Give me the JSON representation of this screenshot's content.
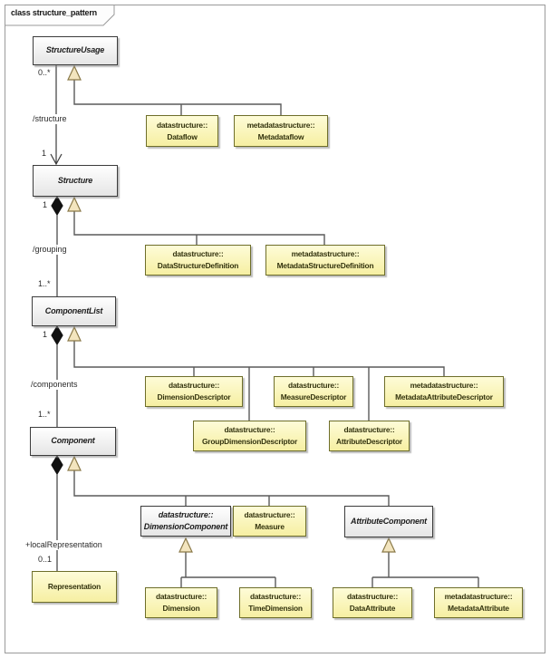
{
  "frame": {
    "title": "class structure_pattern"
  },
  "colors": {
    "class_fill": "#f8f1a4",
    "abstract_fill": "#eeeeee",
    "triangle_fill": "#f3e5be",
    "line": "#555555"
  },
  "nodes": [
    {
      "id": "structure-usage",
      "style": "abstract",
      "lines": [
        "StructureUsage"
      ]
    },
    {
      "id": "dataflow",
      "style": "class",
      "lines": [
        "datastructure::",
        "Dataflow"
      ]
    },
    {
      "id": "metadataflow",
      "style": "class",
      "lines": [
        "metadatastructure::",
        "Metadataflow"
      ]
    },
    {
      "id": "structure",
      "style": "abstract",
      "lines": [
        "Structure"
      ]
    },
    {
      "id": "data-structure-definition",
      "style": "class",
      "lines": [
        "datastructure::",
        "DataStructureDefinition"
      ]
    },
    {
      "id": "metadata-structure-definition",
      "style": "class",
      "lines": [
        "metadatastructure::",
        "MetadataStructureDefinition"
      ]
    },
    {
      "id": "component-list",
      "style": "abstract",
      "lines": [
        "ComponentList"
      ]
    },
    {
      "id": "dimension-descriptor",
      "style": "class",
      "lines": [
        "datastructure::",
        "DimensionDescriptor"
      ]
    },
    {
      "id": "measure-descriptor",
      "style": "class",
      "lines": [
        "datastructure::",
        "MeasureDescriptor"
      ]
    },
    {
      "id": "metadata-attribute-descriptor",
      "style": "class",
      "lines": [
        "metadatastructure::",
        "MetadataAttributeDescriptor"
      ]
    },
    {
      "id": "group-dimension-descriptor",
      "style": "class",
      "lines": [
        "datastructure::",
        "GroupDimensionDescriptor"
      ]
    },
    {
      "id": "attribute-descriptor",
      "style": "class",
      "lines": [
        "datastructure::",
        "AttributeDescriptor"
      ]
    },
    {
      "id": "component",
      "style": "abstract",
      "lines": [
        "Component"
      ]
    },
    {
      "id": "dimension-component",
      "style": "abstract",
      "lines": [
        "datastructure::",
        "DimensionComponent"
      ]
    },
    {
      "id": "measure",
      "style": "class",
      "lines": [
        "datastructure::",
        "Measure"
      ]
    },
    {
      "id": "attribute-component",
      "style": "abstract",
      "lines": [
        "AttributeComponent"
      ]
    },
    {
      "id": "representation",
      "style": "class",
      "lines": [
        "Representation"
      ]
    },
    {
      "id": "dimension",
      "style": "class",
      "lines": [
        "datastructure::",
        "Dimension"
      ]
    },
    {
      "id": "time-dimension",
      "style": "class",
      "lines": [
        "datastructure::",
        "TimeDimension"
      ]
    },
    {
      "id": "data-attribute",
      "style": "class",
      "lines": [
        "datastructure::",
        "DataAttribute"
      ]
    },
    {
      "id": "metadata-attribute",
      "style": "class",
      "lines": [
        "metadatastructure::",
        "MetadataAttribute"
      ]
    }
  ],
  "edge_labels": [
    {
      "id": "structure-source-mult",
      "text": "0..*"
    },
    {
      "id": "structure-role",
      "text": "/structure"
    },
    {
      "id": "structure-target-mult",
      "text": "1"
    },
    {
      "id": "grouping-source-mult",
      "text": "1"
    },
    {
      "id": "grouping-role",
      "text": "/grouping"
    },
    {
      "id": "grouping-target-mult",
      "text": "1..*"
    },
    {
      "id": "components-source-mult",
      "text": "1"
    },
    {
      "id": "components-role",
      "text": "/components"
    },
    {
      "id": "components-target-mult",
      "text": "1..*"
    },
    {
      "id": "local-representation-role",
      "text": "+localRepresentation"
    },
    {
      "id": "local-representation-mult",
      "text": "0..1"
    }
  ]
}
